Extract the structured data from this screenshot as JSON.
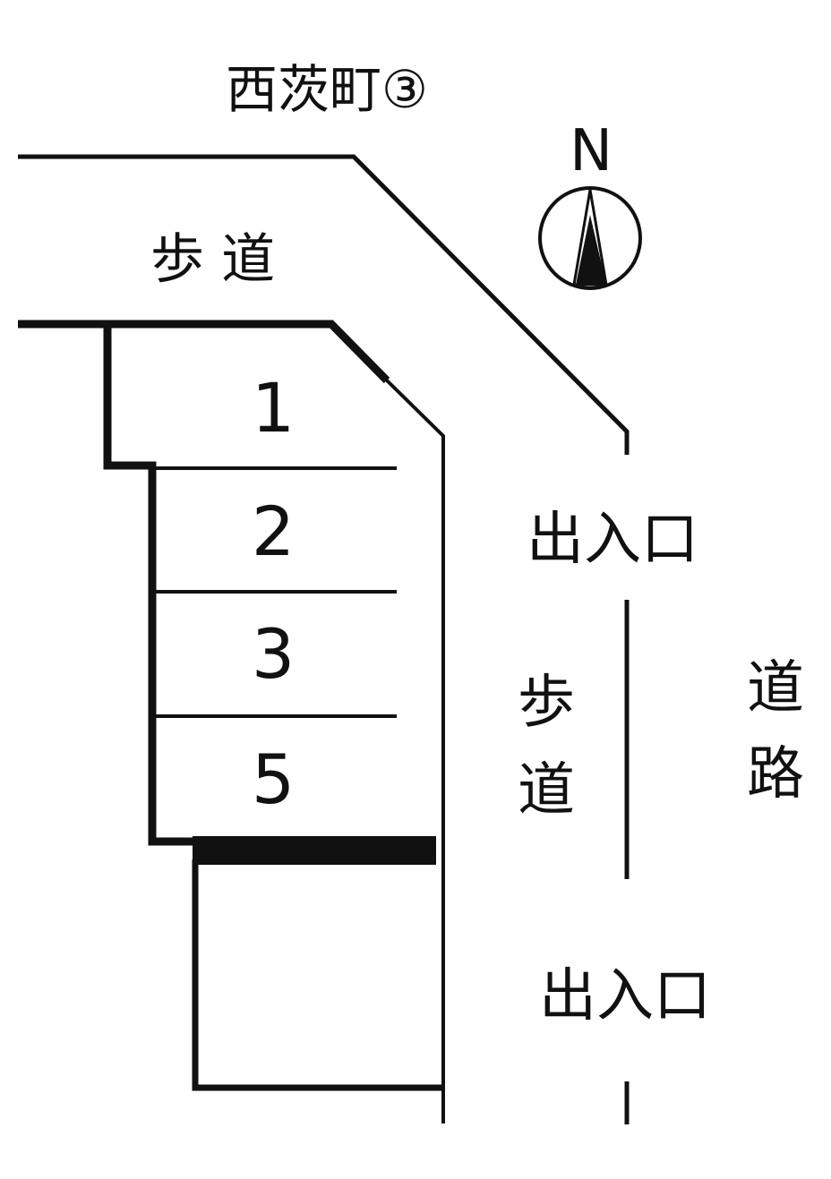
{
  "title": "西茨町③",
  "compass_label": "N",
  "sidewalk_top": "歩 道",
  "spaces": [
    "1",
    "2",
    "3",
    "5"
  ],
  "entrance_top": "出入口",
  "entrance_bottom": "出入口",
  "sidewalk_right": [
    "歩",
    "道"
  ],
  "road": [
    "道",
    "路"
  ],
  "colors": {
    "line": "#111111",
    "background": "#ffffff"
  }
}
